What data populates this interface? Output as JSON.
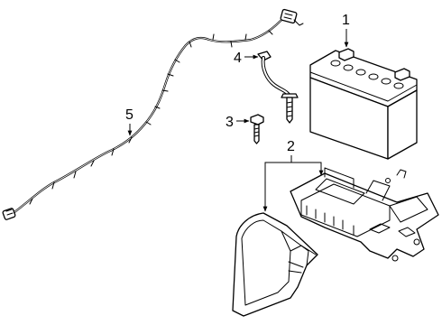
{
  "diagram": {
    "callouts": [
      {
        "id": "battery",
        "number": "1"
      },
      {
        "id": "battery-tray-and-cover",
        "number": "2"
      },
      {
        "id": "bolt",
        "number": "3"
      },
      {
        "id": "ground-cable",
        "number": "4"
      },
      {
        "id": "wire-harness",
        "number": "5"
      }
    ]
  },
  "colors": {
    "line": "#000000",
    "background": "#ffffff"
  }
}
